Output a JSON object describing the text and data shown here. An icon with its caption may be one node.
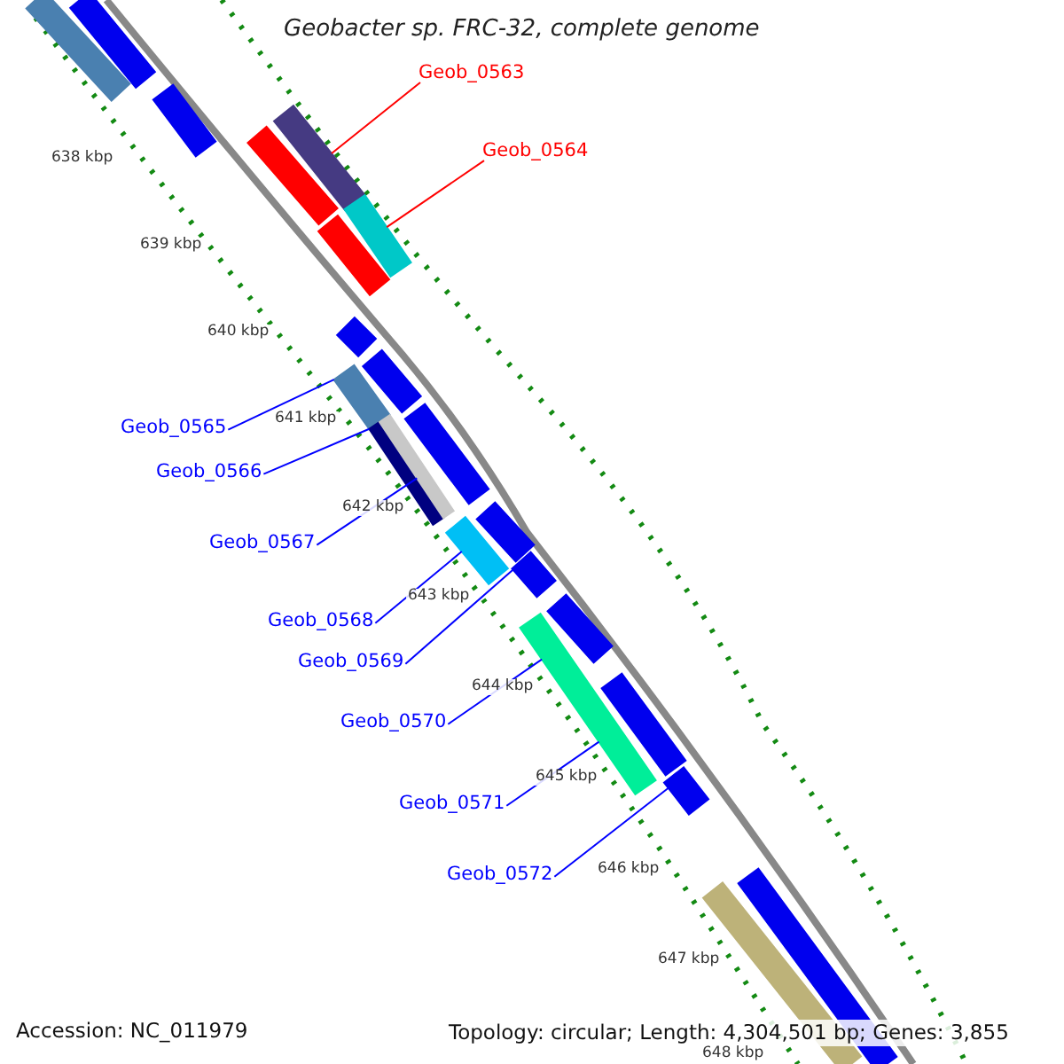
{
  "diagram": {
    "title": "Geobacter sp. FRC-32, complete genome",
    "nodes": [
      {
        "text": [
          "Geob_0563"
        ]
      },
      {
        "text": [
          "Geob_0564"
        ]
      },
      {
        "text": [
          "Geob_0565"
        ]
      },
      {
        "text": [
          "Geob_0566"
        ]
      },
      {
        "text": [
          "Geob_0567"
        ]
      },
      {
        "text": [
          "Geob_0568"
        ]
      },
      {
        "text": [
          "Geob_0569"
        ]
      },
      {
        "text": [
          "Geob_0570"
        ]
      },
      {
        "text": [
          "Geob_0571"
        ]
      },
      {
        "text": [
          "Geob_0572"
        ]
      },
      {
        "text": [],
        "shape": "bar"
      },
      {
        "text": [],
        "shape": "bar"
      },
      {
        "text": [],
        "shape": "bar"
      },
      {
        "text": [],
        "shape": "bar"
      },
      {
        "text": [],
        "shape": "bar"
      },
      {
        "text": [],
        "shape": "bar"
      },
      {
        "text": [],
        "shape": "bar"
      },
      {
        "text": [],
        "shape": "bar"
      },
      {
        "text": [],
        "shape": "bar"
      },
      {
        "text": [],
        "shape": "bar"
      },
      {
        "text": [],
        "shape": "bar"
      },
      {
        "text": [],
        "shape": "bar"
      },
      {
        "text": [],
        "shape": "bar"
      },
      {
        "text": [],
        "shape": "bar"
      },
      {
        "text": [],
        "shape": "bar"
      },
      {
        "text": [],
        "shape": "bar"
      },
      {
        "text": [],
        "shape": "bar"
      },
      {
        "text": [],
        "shape": "bar"
      },
      {
        "text": [],
        "shape": "bar"
      },
      {
        "text": [],
        "shape": "bar"
      },
      {
        "text": [],
        "shape": "bar"
      },
      {
        "text": [],
        "shape": "bar"
      }
    ],
    "edges": [
      {
        "from": 0,
        "to": 10,
        "arrow": "none",
        "color": "#ff0000"
      },
      {
        "from": 1,
        "to": 11,
        "arrow": "none",
        "color": "#ff0000"
      },
      {
        "from": 2,
        "to": 12,
        "arrow": "none"
      },
      {
        "from": 3,
        "to": 13,
        "arrow": "none"
      },
      {
        "from": 4,
        "to": 14,
        "arrow": "none"
      },
      {
        "from": 5,
        "to": 15,
        "arrow": "none"
      },
      {
        "from": 6,
        "to": 16,
        "arrow": "none"
      },
      {
        "from": 7,
        "to": 17,
        "arrow": "none"
      },
      {
        "from": 8,
        "to": 17,
        "arrow": "none"
      },
      {
        "from": 9,
        "to": 18,
        "arrow": "none"
      }
    ],
    "labels": [
      "638 kbp",
      "639 kbp",
      "640 kbp",
      "641 kbp",
      "642 kbp",
      "643 kbp",
      "644 kbp",
      "645 kbp",
      "646 kbp",
      "647 kbp",
      "Accession: NC_011979",
      "Topology: circular; Length: 4,304,501 bp; Genes: 3,855",
      "648 kbp"
    ]
  }
}
